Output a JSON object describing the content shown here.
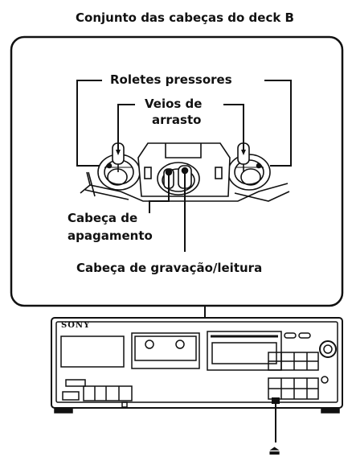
{
  "diagram": {
    "title": "Conjunto das cabeças do deck B",
    "labels": {
      "pinch_rollers": "Roletes pressores",
      "capstans_line1": "Veios de",
      "capstans_line2": "arrasto",
      "erase_head_line1": "Cabeça de",
      "erase_head_line2": "apagamento",
      "record_playback_head": "Cabeça de gravação/leitura"
    },
    "deck": {
      "brand": "SONY",
      "eject_symbol": "⏏"
    }
  }
}
